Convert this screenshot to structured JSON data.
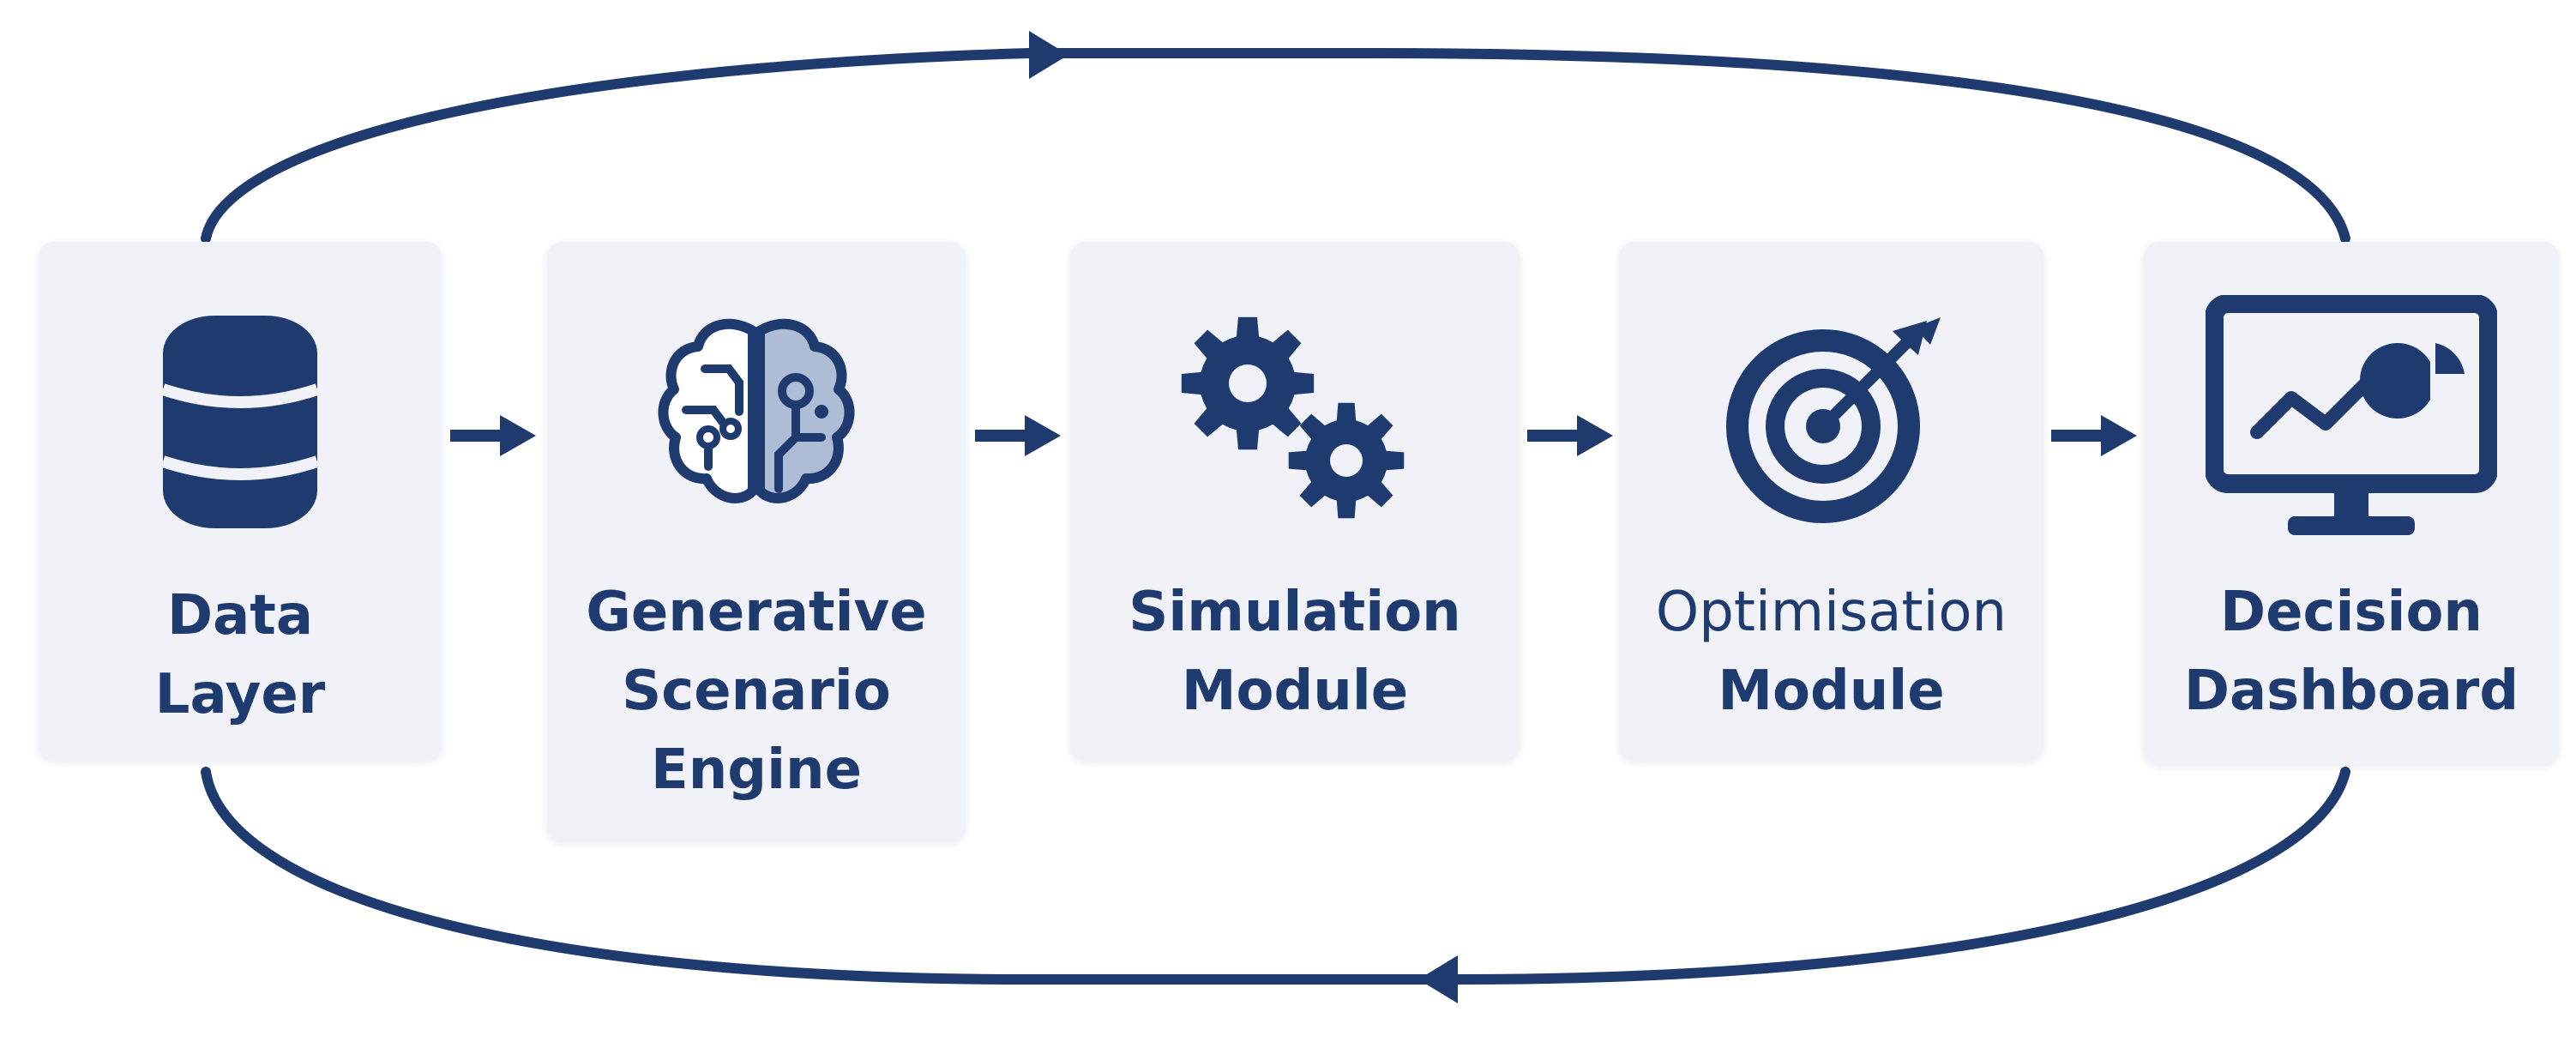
{
  "colors": {
    "primary": "#1e3a6e",
    "accent_light": "#aebcd6",
    "box_fill": "#f1f2f7",
    "background": "#ffffff"
  },
  "nodes": [
    {
      "id": "data-layer",
      "icon": "database-icon",
      "label": [
        "Data",
        "Layer"
      ]
    },
    {
      "id": "generative-scenario-engine",
      "icon": "brain-circuit-icon",
      "label": [
        "Generative",
        "Scenario",
        "Engine"
      ]
    },
    {
      "id": "simulation-module",
      "icon": "gears-icon",
      "label": [
        "Simulation",
        "Module"
      ]
    },
    {
      "id": "optimisation-module",
      "icon": "target-arrow-icon",
      "label": [
        "Optimisation",
        "Module"
      ]
    },
    {
      "id": "decision-dashboard",
      "icon": "monitor-chart-icon",
      "label": [
        "Decision",
        "Dashboard"
      ]
    }
  ],
  "edges": [
    {
      "from": "data-layer",
      "to": "generative-scenario-engine"
    },
    {
      "from": "generative-scenario-engine",
      "to": "simulation-module"
    },
    {
      "from": "simulation-module",
      "to": "optimisation-module"
    },
    {
      "from": "optimisation-module",
      "to": "decision-dashboard"
    },
    {
      "from": "data-layer",
      "to": "decision-dashboard",
      "route": "top-loop"
    },
    {
      "from": "decision-dashboard",
      "to": "data-layer",
      "route": "bottom-loop"
    }
  ]
}
